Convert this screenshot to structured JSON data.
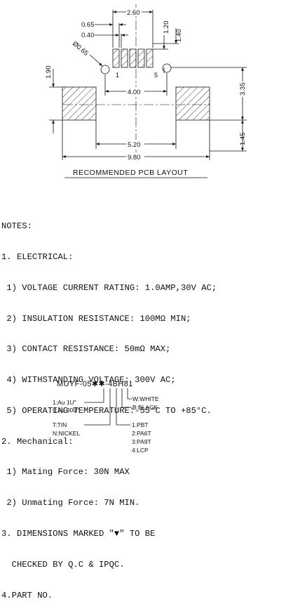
{
  "drawing": {
    "title": "RECOMMENDED PCB LAYOUT",
    "dims": {
      "top_pitch_span": "2.60",
      "pad_width": "0.65",
      "pad_gap": "0.40",
      "hole_dia": "Ø0.65",
      "pin1": "1",
      "pin5": "5",
      "pad_length": "1.20",
      "pad_offset": "1.40",
      "hole_span": "4.00",
      "left_height": "1.90",
      "right_upper": "3.35",
      "right_lower": "1.45",
      "inner_span": "5.20",
      "overall_span": "9.80"
    }
  },
  "notes": {
    "title": "NOTES:",
    "lines": [
      "1. ELECTRICAL:",
      " 1) VOLTAGE CURRENT RATING: 1.0AMP,30V AC;",
      " 2) INSULATION RESISTANCE: 100MΩ MIN;",
      " 3) CONTACT RESISTANCE: 50mΩ MAX;",
      " 4) WITHSTANDING VOLTAGE: 300V AC;",
      " 5) OPERATING TEMPERATURE:-55°C TO +85°C.",
      "2. Mechanical:",
      " 1) Mating Force: 30N MAX",
      " 2) Unmating Force: 7N MIN.",
      "3. DIMENSIONS MARKED \"▼\" TO BE",
      "  CHECKED BY Q.C & IPQC.",
      "4.PART NO."
    ]
  },
  "part_number": {
    "code": "MUYF-05✱✱-4BH81",
    "color_options": [
      "W:WHITE",
      "B:BLACK"
    ],
    "plating_options": [
      "1:Au 1U\"",
      "6:Au 30U\""
    ],
    "finish_options": [
      "T:TIN",
      "N:NICKEL"
    ],
    "material_options": [
      "1:PBT",
      "2:PA6T",
      "3:PA9T",
      "4:LCP"
    ]
  }
}
